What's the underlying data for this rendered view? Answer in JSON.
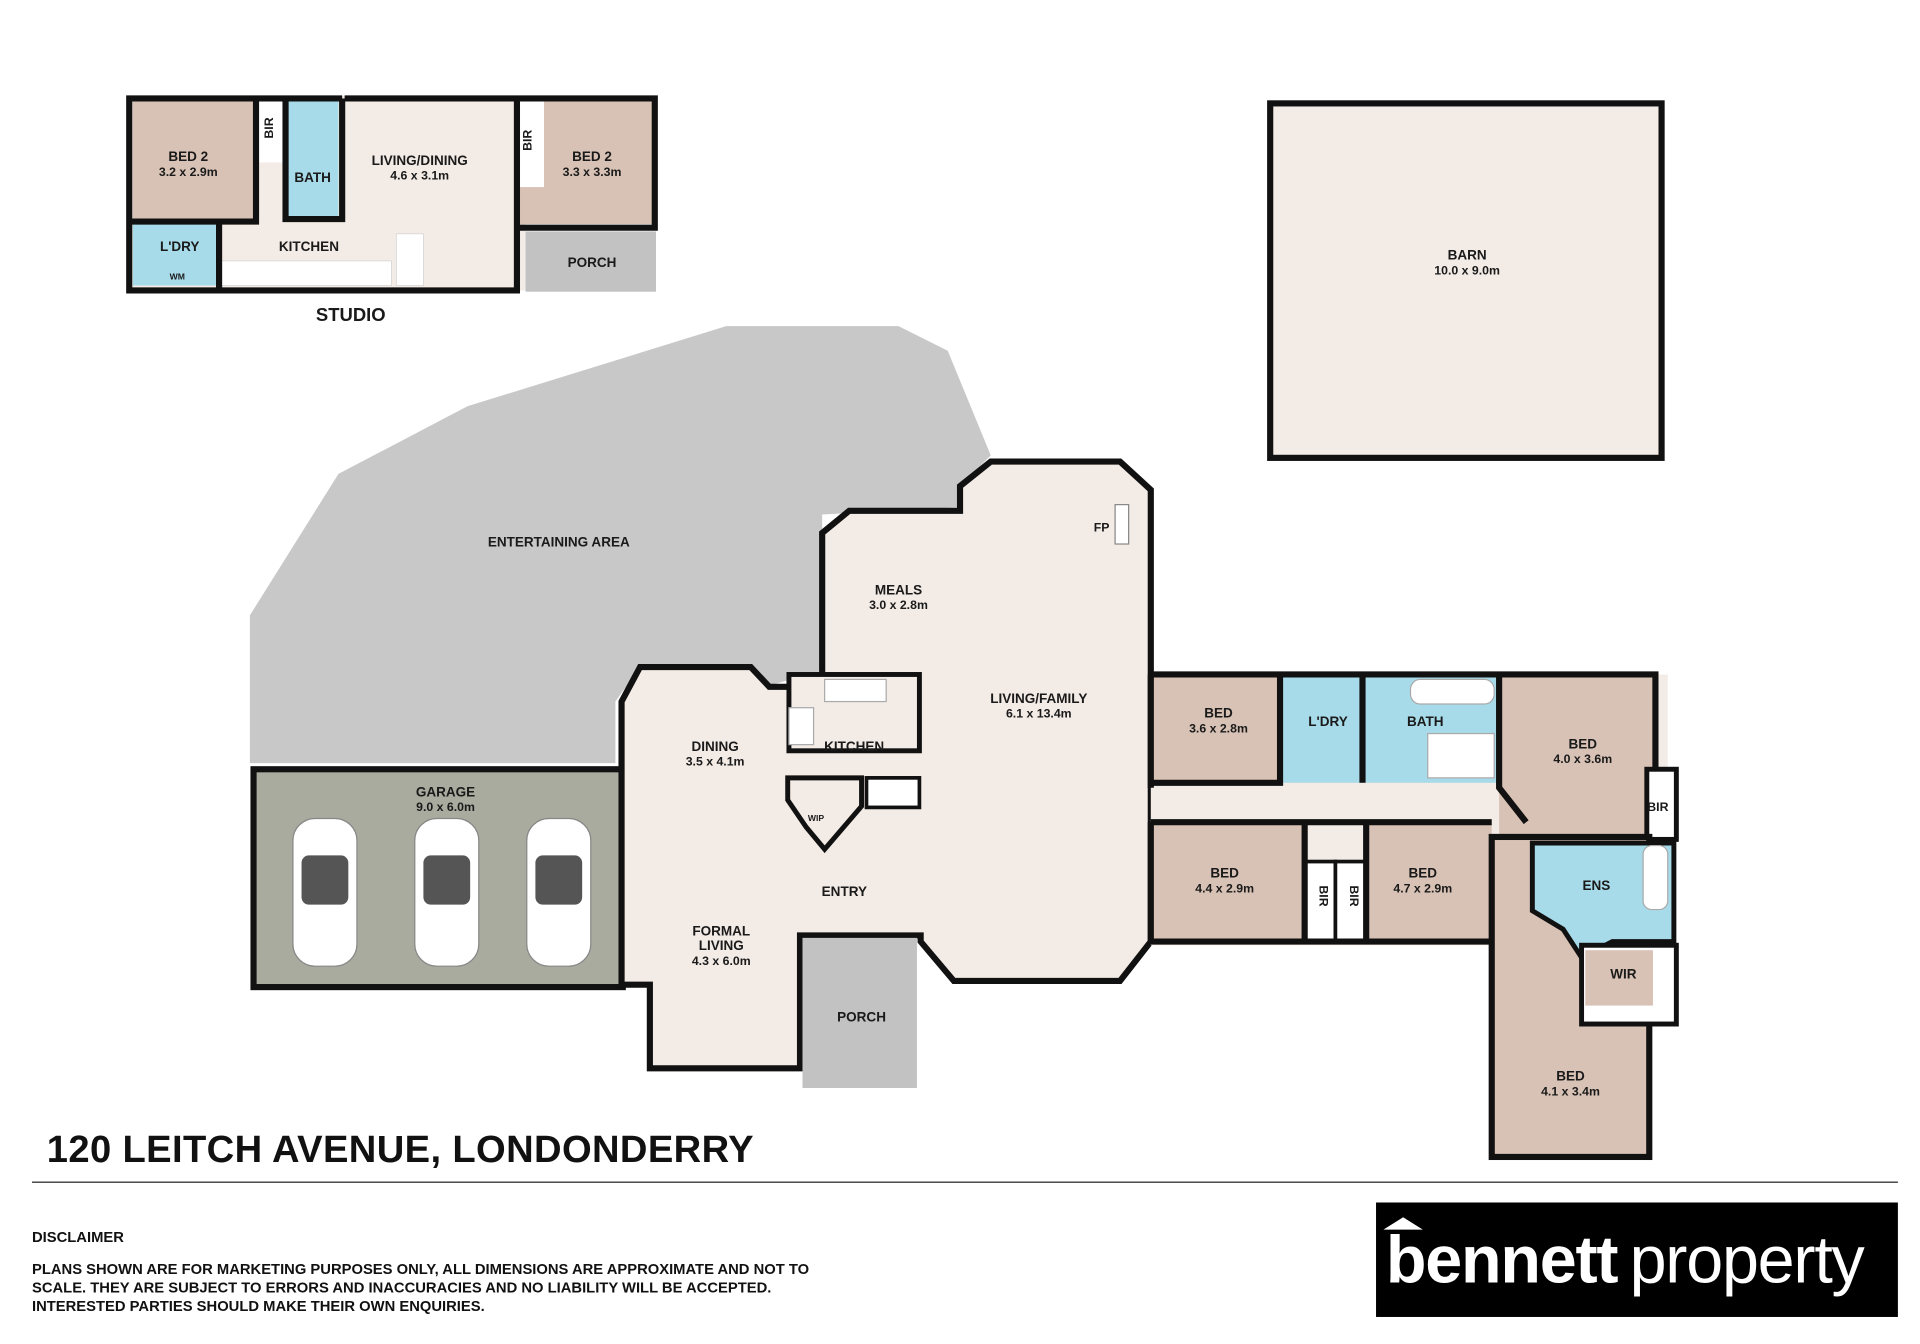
{
  "studio": {
    "caption": "STUDIO",
    "bed_left": {
      "name": "BED 2",
      "dims": "3.2 x 2.9m"
    },
    "bir_left": "BIR",
    "bath": "BATH",
    "living": {
      "name": "LIVING/DINING",
      "dims": "4.6 x 3.1m"
    },
    "bir_right": "BIR",
    "bed_right": {
      "name": "BED 2",
      "dims": "3.3 x 3.3m"
    },
    "laundry": "L'DRY",
    "wm": "WM",
    "kitchen": "KITCHEN",
    "porch": "PORCH"
  },
  "barn": {
    "name": "BARN",
    "dims": "10.0 x 9.0m"
  },
  "house": {
    "entertaining": "ENTERTAINING AREA",
    "garage": {
      "name": "GARAGE",
      "dims": "9.0 x 6.0m"
    },
    "meals": {
      "name": "MEALS",
      "dims": "3.0 x 2.8m"
    },
    "fp": "FP",
    "living_family": {
      "name": "LIVING/FAMILY",
      "dims": "6.1 x 13.4m"
    },
    "dining": {
      "name": "DINING",
      "dims": "3.5 x 4.1m"
    },
    "kitchen": "KITCHEN",
    "wip": "WIP",
    "entry": "ENTRY",
    "formal_living": {
      "name1": "FORMAL",
      "name2": "LIVING",
      "dims": "4.3 x 6.0m"
    },
    "porch": "PORCH",
    "bed_a": {
      "name": "BED",
      "dims": "3.6 x 2.8m"
    },
    "laundry": "L'DRY",
    "bath": "BATH",
    "bed_b": {
      "name": "BED",
      "dims": "4.0 x 3.6m"
    },
    "bir_b": "BIR",
    "bed_c": {
      "name": "BED",
      "dims": "4.4 x 2.9m"
    },
    "bir_c": "BIR",
    "bir_d": "BIR",
    "bed_d": {
      "name": "BED",
      "dims": "4.7 x 2.9m"
    },
    "ens": "ENS",
    "wir": "WIR",
    "bed_e": {
      "name": "BED",
      "dims": "4.1 x 3.4m"
    }
  },
  "footer": {
    "address": "120 LEITCH AVENUE, LONDONDERRY",
    "disclaimer_heading": "DISCLAIMER",
    "disclaimer_text": "PLANS SHOWN ARE FOR MARKETING PURPOSES ONLY, ALL DIMENSIONS ARE APPROXIMATE AND NOT TO SCALE. THEY ARE SUBJECT TO ERRORS AND INACCURACIES AND NO LIABILITY WILL BE ACCEPTED. INTERESTED PARTIES SHOULD MAKE THEIR OWN ENQUIRIES.",
    "logo_bold": "bennett",
    "logo_light": "property"
  },
  "colors": {
    "floor": "#f3ebe6",
    "bedroom": "#d8c2b5",
    "wet": "#a8dbe9",
    "porch": "#c2c2c3",
    "garage": "#a9ab9e",
    "wall": "#111111"
  }
}
